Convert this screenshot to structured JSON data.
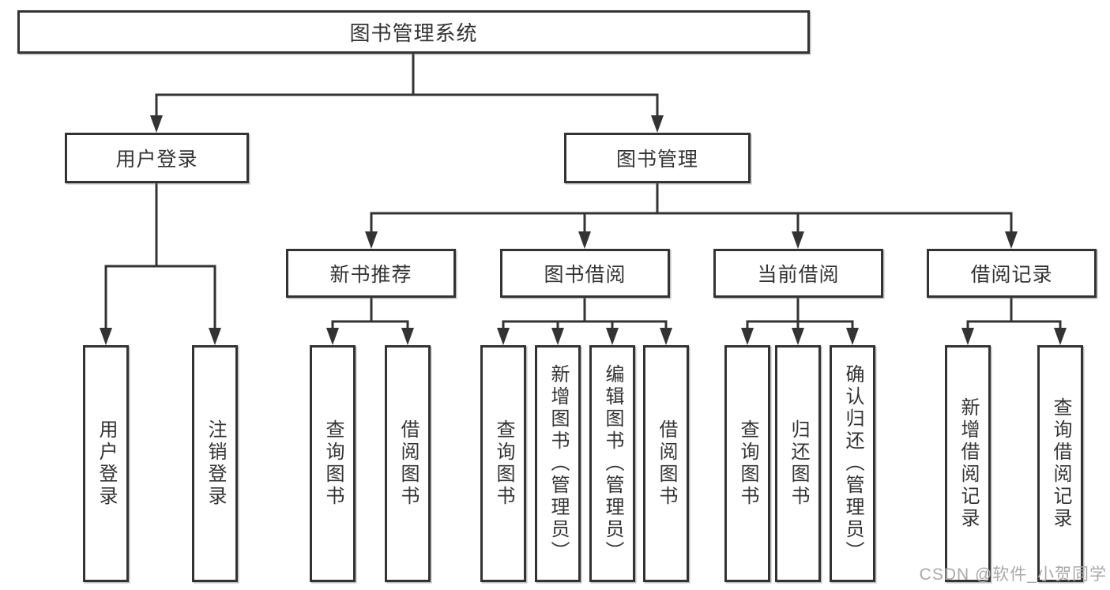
{
  "diagram": {
    "root": "图书管理系统",
    "level1": {
      "user": "用户登录",
      "books": "图书管理"
    },
    "level2": {
      "newbooks": "新书推荐",
      "borrow": "图书借阅",
      "current": "当前借阅",
      "records": "借阅记录"
    },
    "leaves": {
      "user": [
        "用户登录",
        "注销登录"
      ],
      "newbooks": [
        "查询图书",
        "借阅图书"
      ],
      "borrow": [
        "查询图书",
        "新增图书（管理员）",
        "编辑图书（管理员）",
        "借阅图书"
      ],
      "current": [
        "查询图书",
        "归还图书",
        "确认归还（管理员）"
      ],
      "records": [
        "新增借阅记录",
        "查询借阅记录"
      ]
    }
  },
  "watermark": "CSDN @软件_小贺同学",
  "colors": {
    "line": "#333333",
    "text": "#333333",
    "box_background": "#ffffff",
    "watermark": "#a9a9a9",
    "background": "#ffffff"
  }
}
